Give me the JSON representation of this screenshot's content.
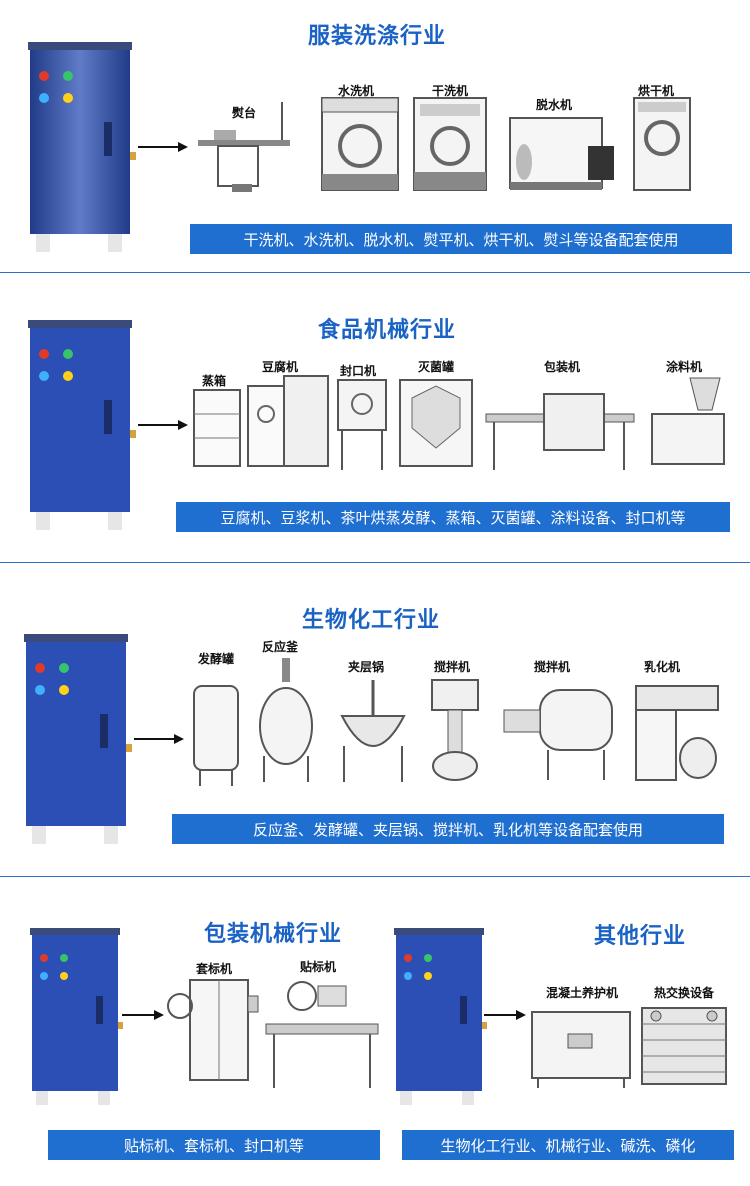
{
  "sections": [
    {
      "title": "服装洗涤行业",
      "banner": "干洗机、水洗机、脱水机、熨平机、烘干机、熨斗等设备配套使用",
      "labels": [
        "熨台",
        "水洗机",
        "干洗机",
        "脱水机",
        "烘干机"
      ]
    },
    {
      "title": "食品机械行业",
      "banner": "豆腐机、豆浆机、茶叶烘蒸发酵、蒸箱、灭菌罐、涂料设备、封口机等",
      "labels": [
        "蒸箱",
        "豆腐机",
        "封口机",
        "灭菌罐",
        "包装机",
        "涂料机"
      ]
    },
    {
      "title": "生物化工行业",
      "banner": "反应釜、发酵罐、夹层锅、搅拌机、乳化机等设备配套使用",
      "labels": [
        "发酵罐",
        "反应釜",
        "夹层锅",
        "搅拌机",
        "搅拌机",
        "乳化机"
      ]
    },
    {
      "title": "包装机械行业",
      "banner": "贴标机、套标机、封口机等",
      "labels": [
        "套标机",
        "贴标机"
      ]
    },
    {
      "title": "其他行业",
      "banner": "生物化工行业、机械行业、碱洗、磷化",
      "labels": [
        "混凝土养护机",
        "热交换设备"
      ]
    }
  ],
  "colors": {
    "accent": "#1a63c4",
    "banner": "#1f6fd1",
    "cabinet": "#2b4fb5",
    "divider": "#2a6fc9"
  },
  "icons": [
    "electric-steam-generator-icon",
    "arrow-right-icon"
  ]
}
